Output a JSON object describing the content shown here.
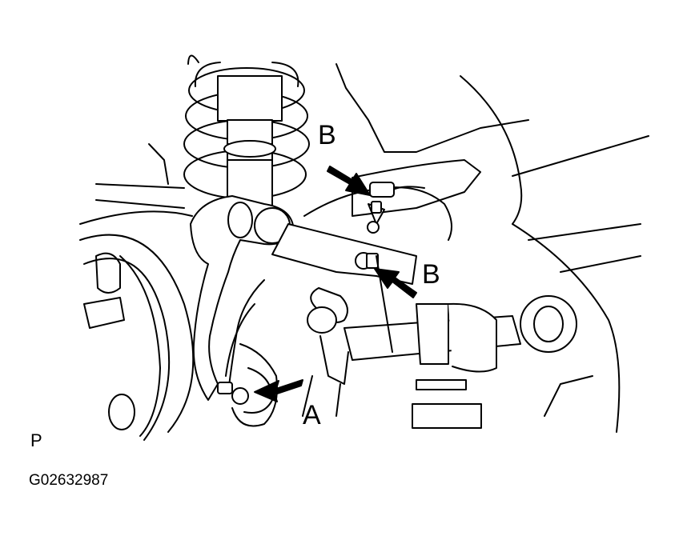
{
  "callouts": {
    "b_top": "B",
    "b_right": "B",
    "a_bottom": "A"
  },
  "footer": {
    "view_letter": "P",
    "figure_id": "G02632987"
  },
  "colors": {
    "ink": "#000000",
    "background": "#ffffff"
  }
}
